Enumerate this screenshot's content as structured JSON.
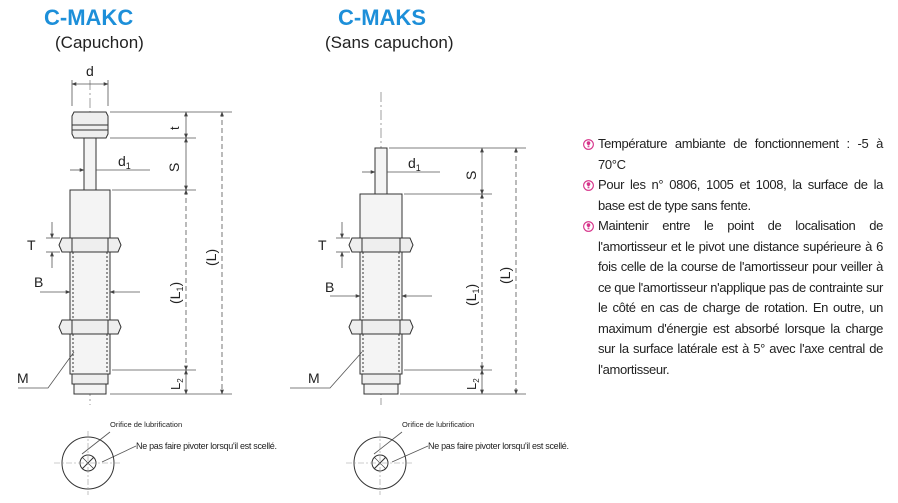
{
  "left": {
    "title": "C-MAKC",
    "subtitle": "(Capuchon)",
    "label_d": "d",
    "label_t": "t",
    "label_d1": "d",
    "label_d1_sub": "1",
    "label_S": "S",
    "label_T": "T",
    "label_B": "B",
    "label_L": "(L)",
    "label_L1": "(L",
    "label_L1_sub": "1",
    "label_L1_close": ")",
    "label_L2": "L",
    "label_L2_sub": "2",
    "label_M": "M",
    "lube_label": "Orifice de lubrification",
    "sealed_label": "Ne pas faire pivoter lorsqu'il est scellé."
  },
  "right": {
    "title": "C-MAKS",
    "subtitle": "(Sans capuchon)",
    "label_d1": "d",
    "label_d1_sub": "1",
    "label_S": "S",
    "label_T": "T",
    "label_B": "B",
    "label_L": "(L)",
    "label_L1": "(L",
    "label_L1_sub": "1",
    "label_L1_close": ")",
    "label_L2": "L",
    "label_L2_sub": "2",
    "label_M": "M",
    "lube_label": "Orifice de lubrification",
    "sealed_label": "Ne pas faire pivoter lorsqu'il est scellé."
  },
  "notes": [
    "Température ambiante de fonctionnement : -5 à 70°C",
    "Pour les n° 0806, 1005 et 1008, la surface de la base est de type sans fente.",
    "Maintenir entre le point de localisation de l'amortisseur et le pivot une distance supérieure à 6 fois celle de la course de l'amortisseur pour veiller à ce que l'amortisseur n'applique pas de contrainte sur le côté en cas de charge de rotation. En outre, un maximum d'énergie est absorbé lorsque la charge sur la surface latérale est à 5° avec l'axe central de l'amortisseur."
  ],
  "colors": {
    "title": "#1d8fd9",
    "note_icon": "#d6338a",
    "line": "#333333",
    "dim": "#555555"
  },
  "icons": {
    "note": "pointer-bulb-icon"
  }
}
